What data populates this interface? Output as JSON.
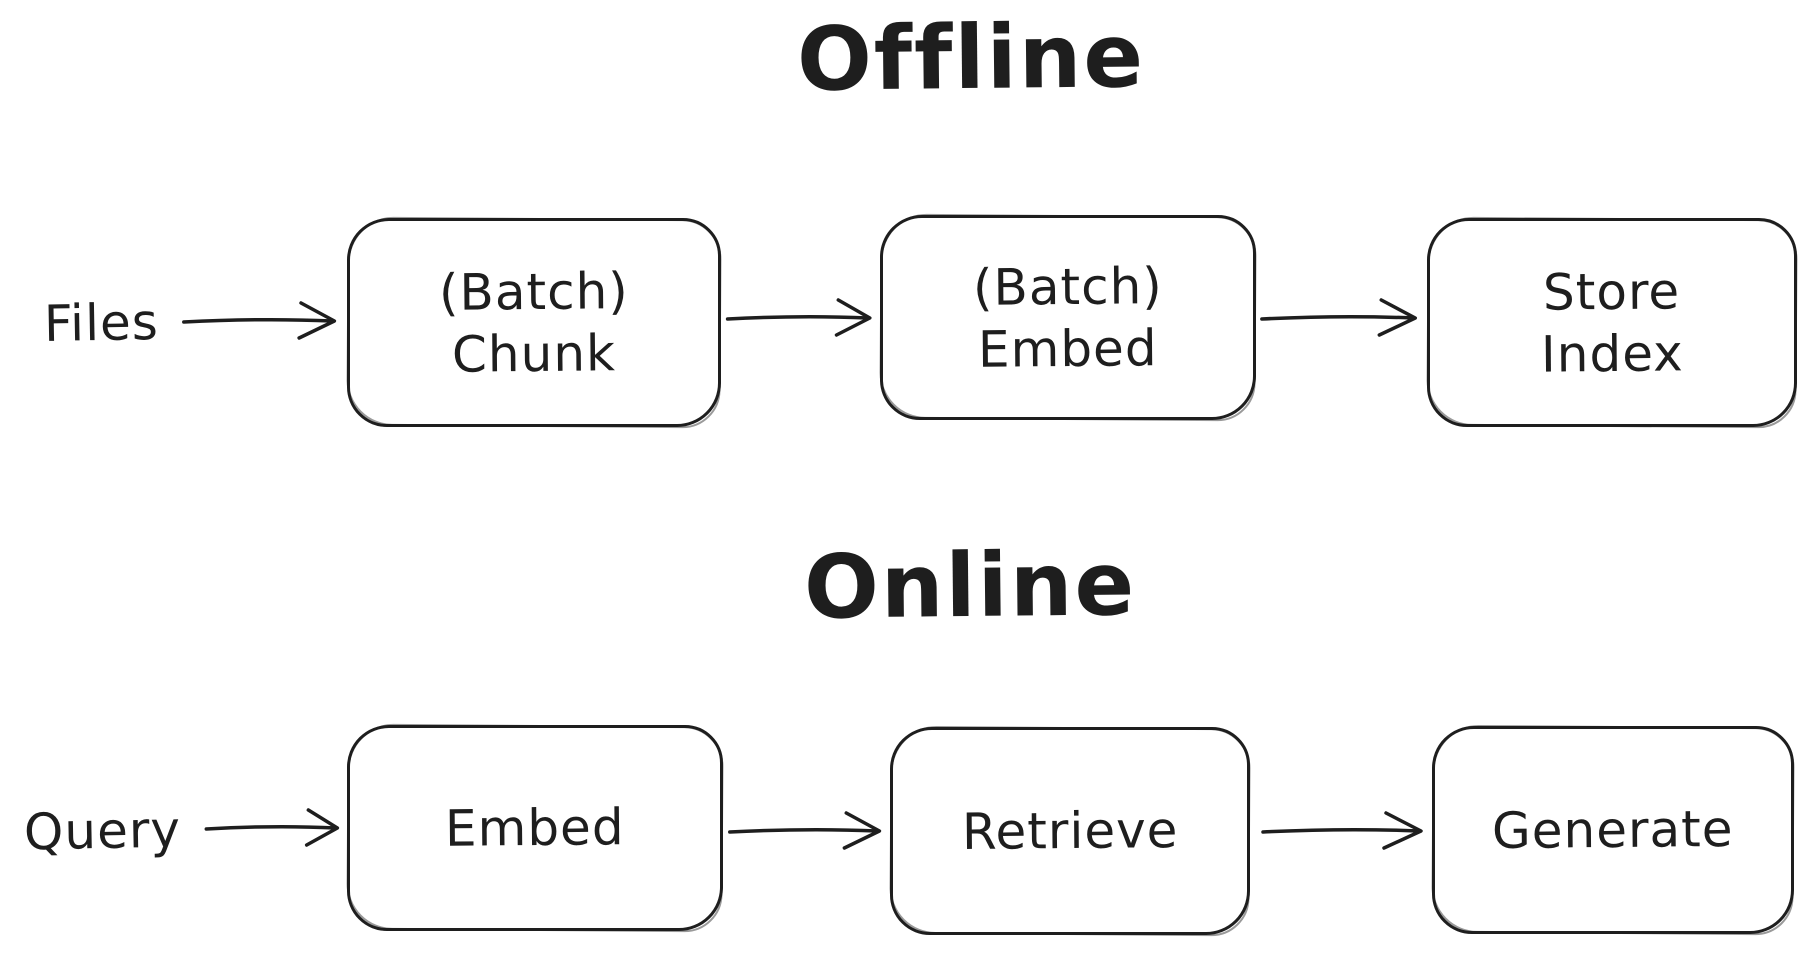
{
  "diagram": {
    "background_color": "#ffffff",
    "ink_color": "#1e1e1e",
    "offline": {
      "title": "Offline",
      "source_label": "Files",
      "nodes": [
        {
          "lines": [
            "(Batch)",
            "Chunk"
          ]
        },
        {
          "lines": [
            "(Batch)",
            "Embed"
          ]
        },
        {
          "lines": [
            "Store",
            "Index"
          ]
        }
      ]
    },
    "online": {
      "title": "Online",
      "source_label": "Query",
      "nodes": [
        {
          "lines": [
            "Embed"
          ]
        },
        {
          "lines": [
            "Retrieve"
          ]
        },
        {
          "lines": [
            "Generate"
          ]
        }
      ]
    }
  }
}
